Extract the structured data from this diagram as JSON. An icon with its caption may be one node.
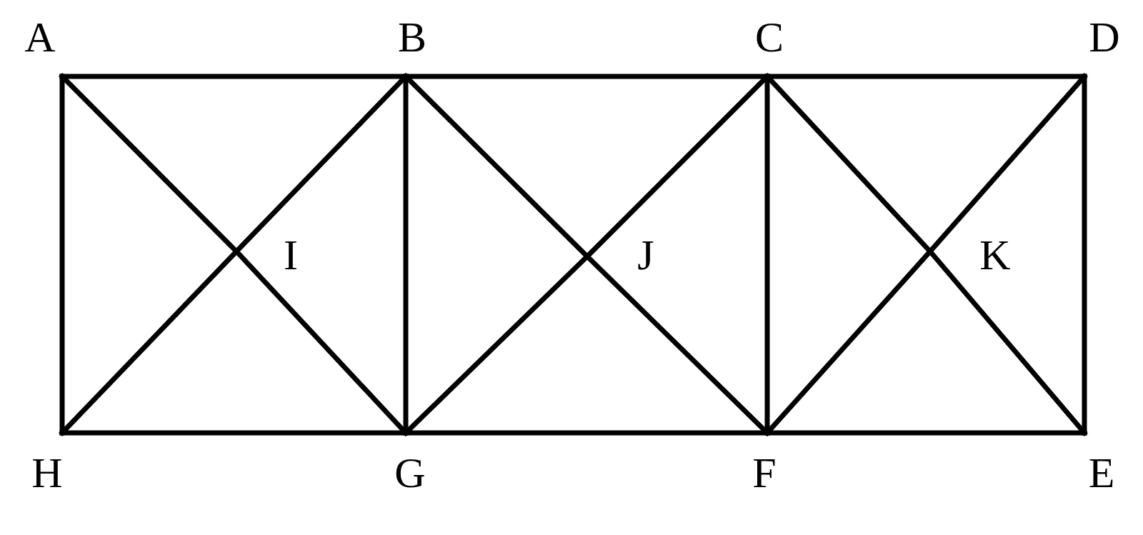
{
  "diagram": {
    "nodes": [
      {
        "text": [
          "A"
        ]
      },
      {
        "text": [
          "B"
        ]
      },
      {
        "text": [
          "C"
        ]
      },
      {
        "text": [
          "D"
        ]
      },
      {
        "text": [
          "I"
        ]
      },
      {
        "text": [
          "J"
        ]
      },
      {
        "text": [
          "K"
        ]
      },
      {
        "text": [
          "H"
        ]
      },
      {
        "text": [
          "G"
        ]
      },
      {
        "text": [
          "F"
        ]
      },
      {
        "text": [
          "E"
        ]
      }
    ],
    "edges": [
      {
        "from": 0,
        "to": 1,
        "arrow": "none"
      },
      {
        "from": 1,
        "to": 2,
        "arrow": "none"
      },
      {
        "from": 2,
        "to": 3,
        "arrow": "none"
      },
      {
        "from": 3,
        "to": 10,
        "arrow": "none"
      },
      {
        "from": 10,
        "to": 9,
        "arrow": "none"
      },
      {
        "from": 9,
        "to": 8,
        "arrow": "none"
      },
      {
        "from": 8,
        "to": 7,
        "arrow": "none"
      },
      {
        "from": 7,
        "to": 0,
        "arrow": "none"
      },
      {
        "from": 1,
        "to": 8,
        "arrow": "none"
      },
      {
        "from": 2,
        "to": 9,
        "arrow": "none"
      },
      {
        "from": 0,
        "to": 4,
        "arrow": "none"
      },
      {
        "from": 4,
        "to": 8,
        "arrow": "none"
      },
      {
        "from": 7,
        "to": 4,
        "arrow": "none"
      },
      {
        "from": 4,
        "to": 1,
        "arrow": "none"
      },
      {
        "from": 1,
        "to": 5,
        "arrow": "none"
      },
      {
        "from": 5,
        "to": 9,
        "arrow": "none"
      },
      {
        "from": 8,
        "to": 5,
        "arrow": "none"
      },
      {
        "from": 5,
        "to": 2,
        "arrow": "none"
      },
      {
        "from": 2,
        "to": 6,
        "arrow": "none"
      },
      {
        "from": 6,
        "to": 10,
        "arrow": "none"
      },
      {
        "from": 9,
        "to": 6,
        "arrow": "none"
      },
      {
        "from": 6,
        "to": 3,
        "arrow": "none"
      }
    ]
  }
}
